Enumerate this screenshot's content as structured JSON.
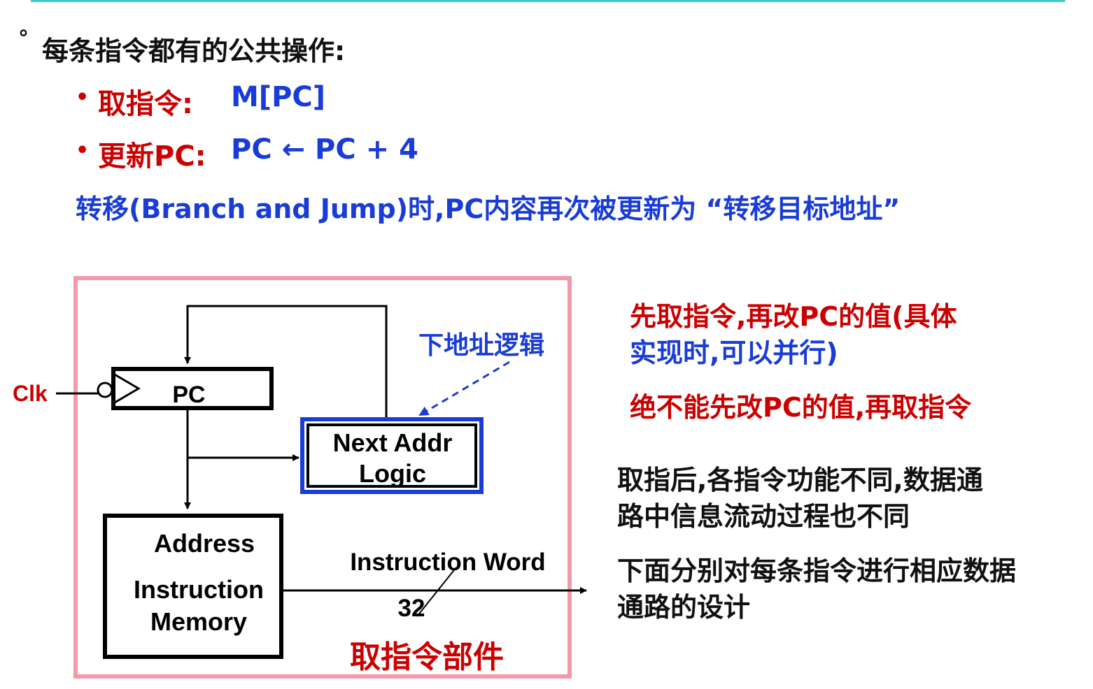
{
  "header": {
    "bullet": "°",
    "title": "每条指令都有的公共操作:"
  },
  "steps": [
    {
      "bullet": "•",
      "label": "取指令:",
      "value": "M[PC]"
    },
    {
      "bullet": "•",
      "label": "更新PC:",
      "value": "PC ← PC + 4"
    }
  ],
  "branch_note": "转移(Branch and Jump)时,PC内容再次被更新为 “转移目标地址”",
  "diagram": {
    "clk_label": "Clk",
    "pc_label": "PC",
    "next_addr_line1": "Next Addr",
    "next_addr_line2": "Logic",
    "next_addr_annotation": "下地址逻辑",
    "memory_line1": "Address",
    "memory_line2": "Instruction",
    "memory_line3": "Memory",
    "output_label": "Instruction Word",
    "bus_width": "32",
    "caption": "取指令部件"
  },
  "notes": {
    "order_line1": "先取指令,再改PC的值(具体",
    "order_line2": "实现时,可以并行)",
    "never": "绝不能先改PC的值,再取指令",
    "diff_line1": "取指后,各指令功能不同,数据通",
    "diff_line2": "路中信息流动过程也不同",
    "design_line1": "下面分别对每条指令进行相应数据",
    "design_line2": "通路的设计"
  },
  "colors": {
    "accent_teal": "#3fc9c9",
    "red": "#cc0000",
    "blue": "#1a3cd6",
    "pink_frame": "#f29aaa"
  }
}
